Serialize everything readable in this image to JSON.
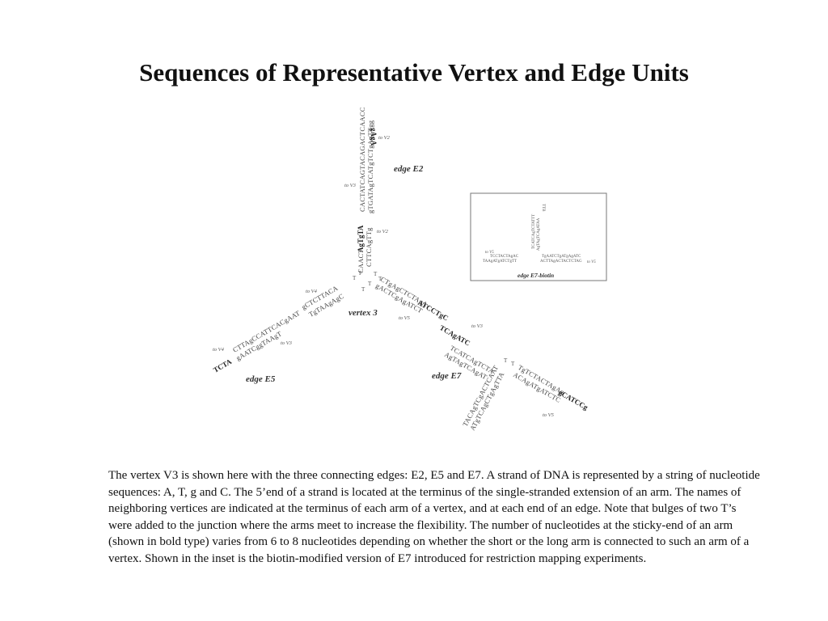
{
  "title": "Sequences of Representative Vertex and Edge Units",
  "diagram": {
    "vertex_label": "vertex 3",
    "edge_labels": {
      "e2": "edge E2",
      "e5": "edge E5",
      "e7": "edge E7"
    },
    "neighbor_labels": {
      "e2_top": "to V2",
      "e2_left": "to V3",
      "vertex_up": "to V2",
      "vertex_left": "to V4",
      "vertex_right": "to V5",
      "e5_left": "to V4",
      "e5_right": "to V3",
      "e7_top": "to V3",
      "e7_bottom": "to V5"
    },
    "bulge": "T",
    "inset": {
      "label": "edge E7-biotin",
      "left_label": "to V5",
      "right_label": "to V5"
    }
  },
  "caption": "The vertex V3 is shown here with the three connecting edges: E2, E5 and E7. A strand of DNA is represented by a string of nucleotide sequences: A, T, g and C. The 5’end of a strand is located at the terminus of the single-stranded extension of an arm. The names of neighboring vertices are indicated at the terminus of each arm of a vertex, and at each end of an edge. Note that bulges of two T’s were added to the junction where the arms meet to increase the flexibility. The number of nucleotides at the sticky-end of an arm (shown in bold type) varies from 6 to 8 nucleotides depending on whether the short or the long arm is connected to such an arm of a vertex. Shown in the inset is the biotin-modified version of E7 introduced for restriction mapping experiments."
}
